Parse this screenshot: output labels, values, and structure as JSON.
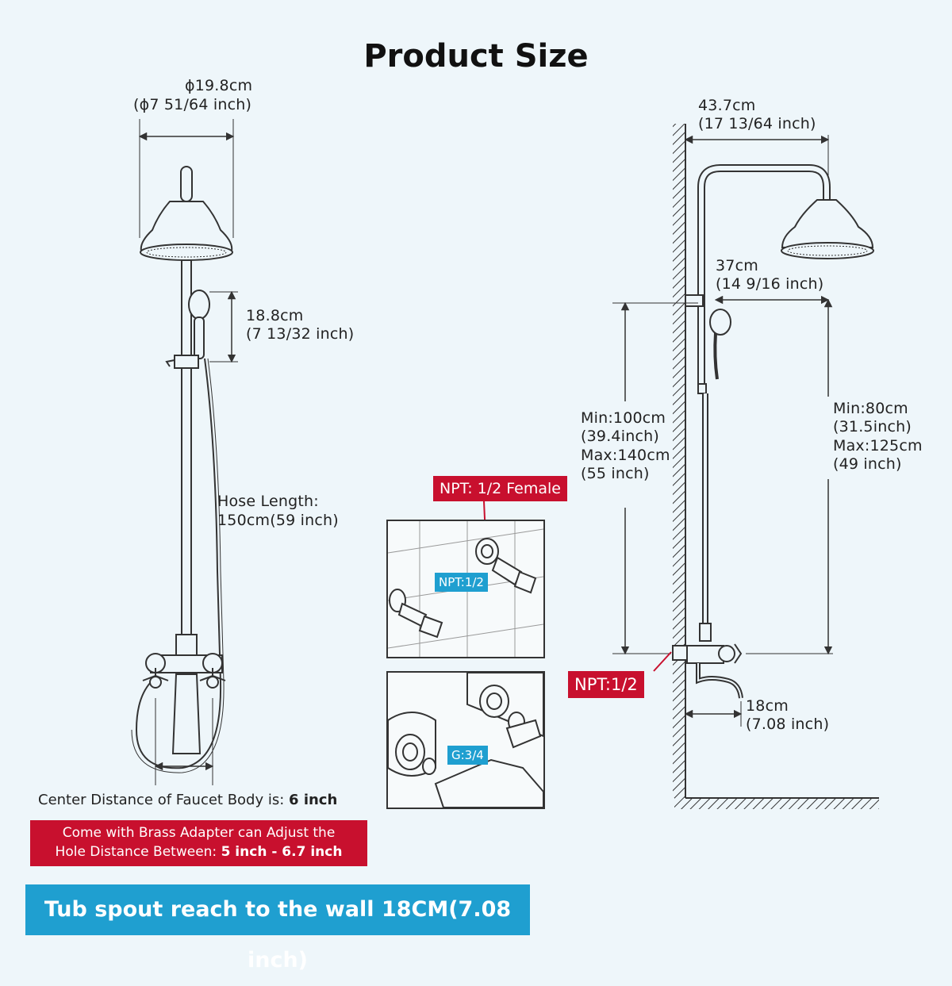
{
  "title": "Product Size",
  "left": {
    "head_diameter": "ϕ19.8cm",
    "head_diameter_in": "(ϕ7 51/64 inch)",
    "hand_length": "18.8cm",
    "hand_length_in": "(7 13/32 inch)",
    "hose_label": "Hose Length:",
    "hose_value": "150cm(59 inch)",
    "center_distance_prefix": "Center Distance of Faucet Body is: ",
    "center_distance_value": "6 inch"
  },
  "right": {
    "arm_reach": "43.7cm",
    "arm_reach_in": "(17 13/64 inch)",
    "bar_offset": "37cm",
    "bar_offset_in": "(14 9/16 inch)",
    "height_min": "Min:100cm",
    "height_min_in": "(39.4inch)",
    "height_max": "Max:140cm",
    "height_max_in": "(55 inch)",
    "slide_min": "Min:80cm",
    "slide_min_in": "(31.5inch)",
    "slide_max": "Max:125cm",
    "slide_max_in": "(49 inch)",
    "spout_reach": "18cm",
    "spout_reach_in": "(7.08 inch)",
    "npt_wall": "NPT:1/2"
  },
  "insets": {
    "npt_female": "NPT: 1/2 Female",
    "npt_small": "NPT:1/2",
    "g_thread": "G:3/4"
  },
  "adapter": {
    "line1": "Come with Brass Adapter can Adjust the",
    "line2_prefix": "Hole Distance Between: ",
    "line2_value": "5 inch - 6.7 inch"
  },
  "banner": "Tub spout reach to the wall 18CM(7.08 inch)",
  "colors": {
    "red": "#c8102e",
    "blue": "#1f9fd0",
    "line": "#333333"
  }
}
